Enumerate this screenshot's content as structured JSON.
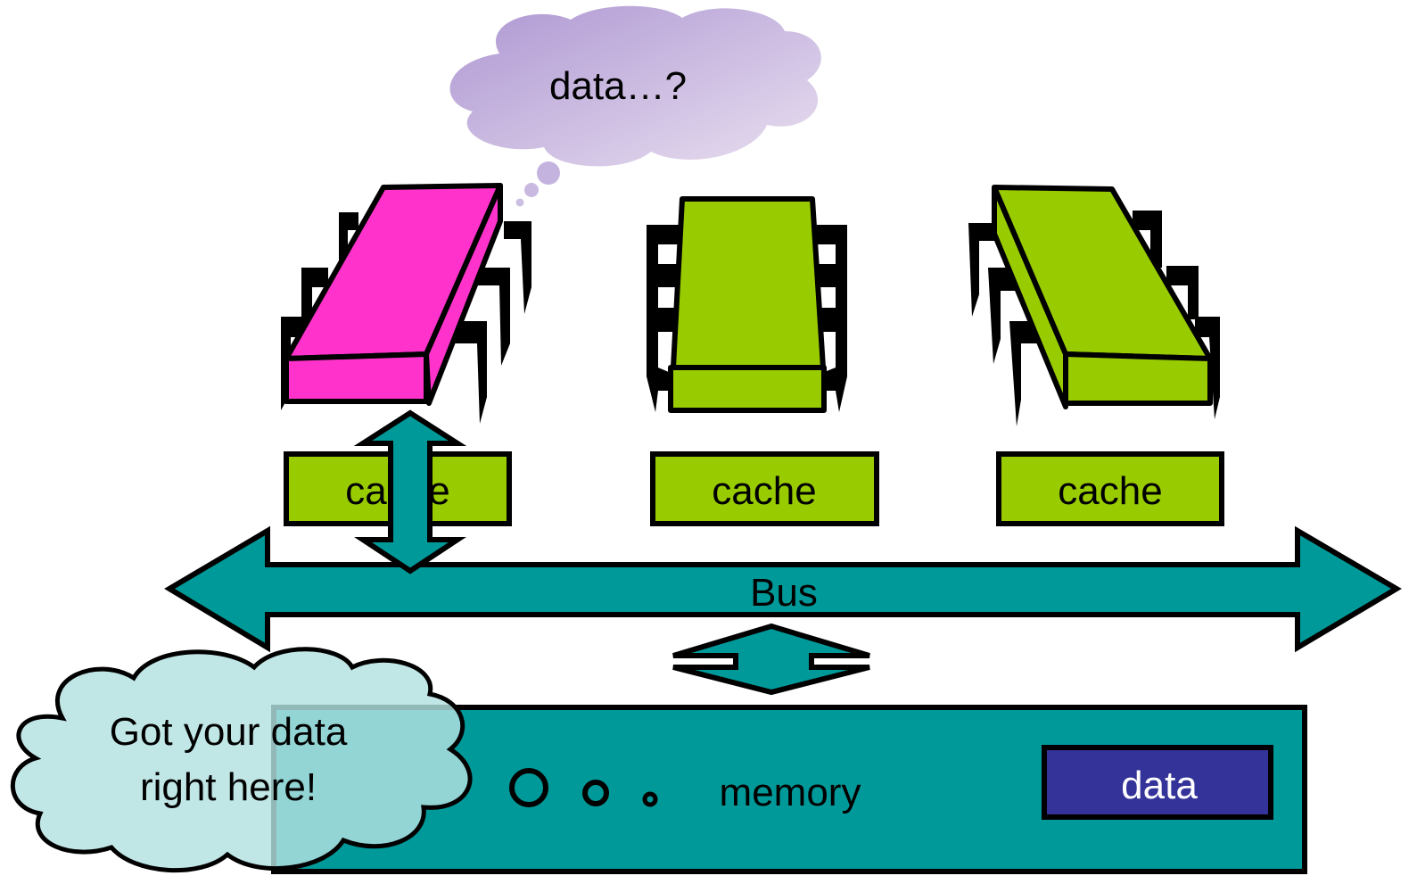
{
  "colors": {
    "cpu_active": "#ff33cc",
    "cpu_idle": "#99cc00",
    "cache_fill": "#99cc00",
    "bus_fill": "#009999",
    "memory_fill": "#009999",
    "data_block": "#333399",
    "thought_bubble": "#c8b8e0",
    "speech_cloud": "#b3e0e0"
  },
  "thought_bubble": {
    "text": "data…?"
  },
  "caches": [
    {
      "label": "cache"
    },
    {
      "label": "cache"
    },
    {
      "label": "cache"
    }
  ],
  "bus": {
    "label": "Bus"
  },
  "memory": {
    "label": "memory",
    "data_label": "data"
  },
  "memory_cloud": {
    "line1": "Got your data",
    "line2": "right here!"
  }
}
